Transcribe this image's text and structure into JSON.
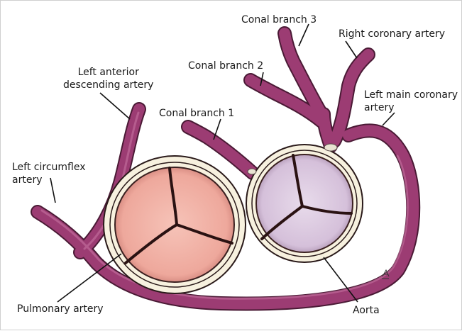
{
  "colors": {
    "artery": "#9c3c73",
    "artery_dark": "#5e1f45",
    "pulmonary_fill": "#f1b3a8",
    "aorta_fill": "#dac6de",
    "ring": "#f7f1df",
    "outline": "#2a1a1a"
  },
  "labels": {
    "conal_branch_3": "Conal branch 3",
    "right_coronary_artery": "Right coronary artery",
    "conal_branch_2": "Conal branch 2",
    "left_anterior_descending": "Left anterior\ndescending artery",
    "left_main_coronary": "Left main coronary\nartery",
    "conal_branch_1": "Conal branch 1",
    "left_circumflex": "Left circumflex\nartery",
    "pulmonary_artery": "Pulmonary artery",
    "aorta": "Aorta"
  }
}
